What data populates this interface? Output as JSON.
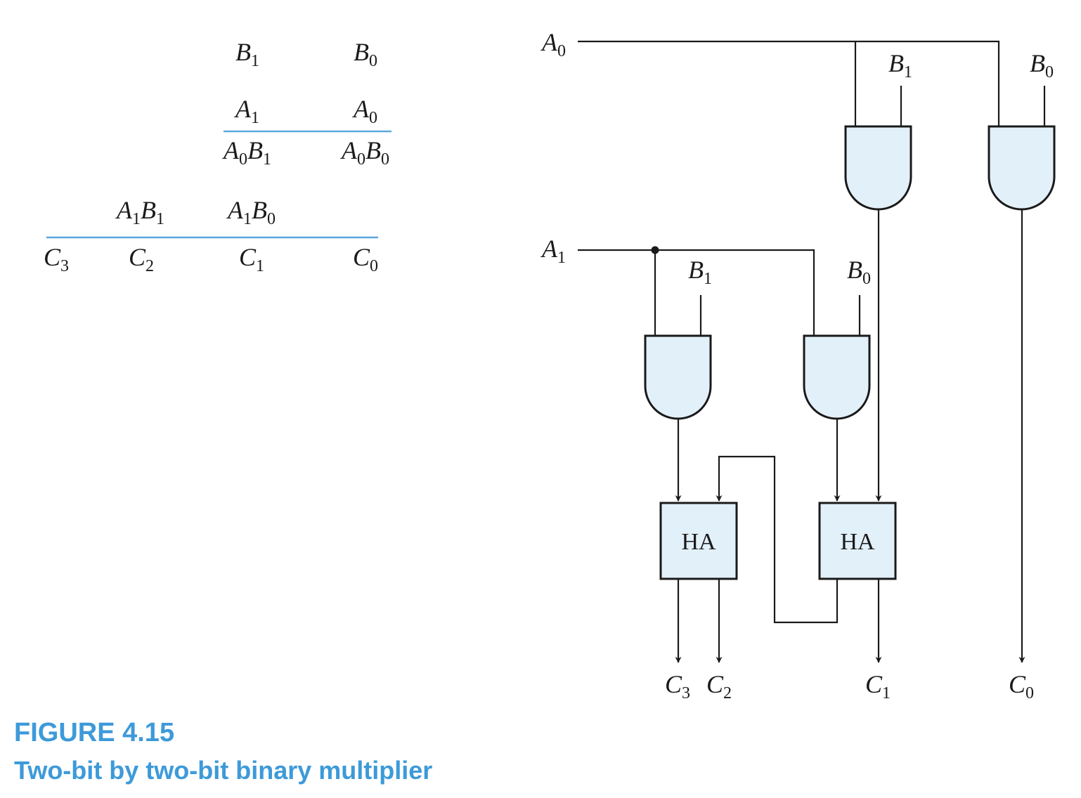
{
  "caption": {
    "number": "FIGURE 4.15",
    "title": "Two-bit by two-bit binary multiplier"
  },
  "equation": {
    "row1": [
      {
        "v": "B",
        "s": "1"
      },
      {
        "v": "B",
        "s": "0"
      }
    ],
    "row2": [
      {
        "v": "A",
        "s": "1"
      },
      {
        "v": "A",
        "s": "0"
      }
    ],
    "row3": [
      {
        "v": "A",
        "s": "0",
        "v2": "B",
        "s2": "1"
      },
      {
        "v": "A",
        "s": "0",
        "v2": "B",
        "s2": "0"
      }
    ],
    "row4": [
      {
        "v": "A",
        "s": "1",
        "v2": "B",
        "s2": "1"
      },
      {
        "v": "A",
        "s": "1",
        "v2": "B",
        "s2": "0"
      }
    ],
    "result": [
      {
        "v": "C",
        "s": "3"
      },
      {
        "v": "C",
        "s": "2"
      },
      {
        "v": "C",
        "s": "1"
      },
      {
        "v": "C",
        "s": "0"
      }
    ]
  },
  "circuit": {
    "inputs": [
      {
        "v": "A",
        "s": "0"
      },
      {
        "v": "A",
        "s": "1"
      }
    ],
    "gate_inputs": [
      {
        "v": "B",
        "s": "1"
      },
      {
        "v": "B",
        "s": "0"
      },
      {
        "v": "B",
        "s": "1"
      },
      {
        "v": "B",
        "s": "0"
      }
    ],
    "half_adder_label": "HA",
    "outputs": [
      {
        "v": "C",
        "s": "3"
      },
      {
        "v": "C",
        "s": "2"
      },
      {
        "v": "C",
        "s": "1"
      },
      {
        "v": "C",
        "s": "0"
      }
    ]
  },
  "colors": {
    "accent": "#3d9ad9",
    "gate_fill": "#e2f0fa",
    "rule": "#5aa7de"
  }
}
